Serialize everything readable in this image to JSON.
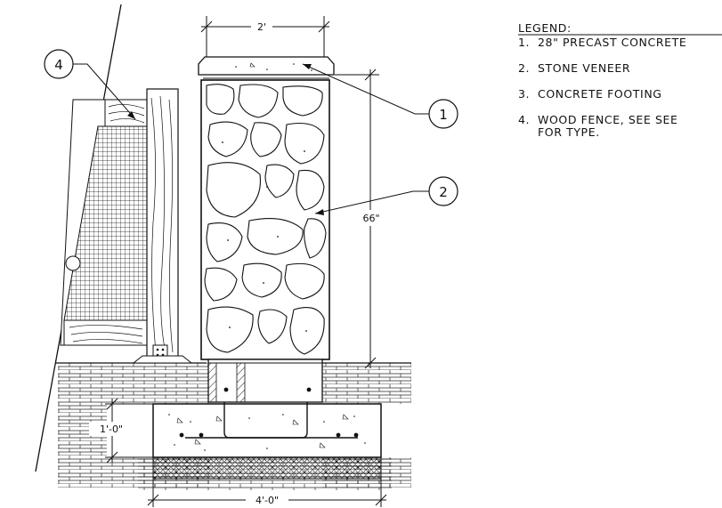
{
  "legend": {
    "title": "LEGEND:",
    "items": [
      {
        "num": "1.",
        "text": "28\" PRECAST CONCRETE"
      },
      {
        "num": "2.",
        "text": "STONE VENEER"
      },
      {
        "num": "3.",
        "text": "CONCRETE FOOTING"
      },
      {
        "num": "4.",
        "text": "WOOD FENCE, SEE SEE",
        "text2": "FOR TYPE."
      }
    ]
  },
  "dimensions": {
    "top_width": "2'",
    "column_height": "66\"",
    "footing_depth": "1'-0\"",
    "footing_width": "4'-0\""
  },
  "callouts": [
    "1",
    "2",
    "4"
  ]
}
